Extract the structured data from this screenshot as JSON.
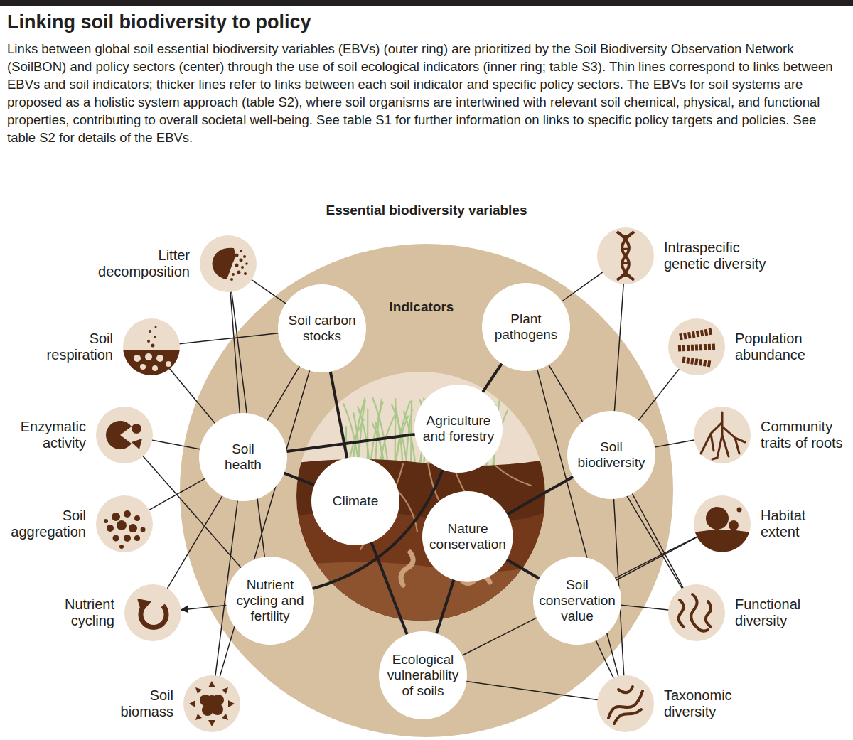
{
  "diagram": {
    "title": "Linking soil biodiversity to policy",
    "caption": "Links between global soil essential biodiversity variables (EBVs) (outer ring) are prioritized by the Soil Biodiversity Observation Network (SoilBON) and policy sectors (center) through the use of soil ecological indicators (inner ring; table S3). Thin lines correspond to links between EBVs and soil indicators; thicker lines refer to links between each soil indicator and specific policy sectors. The EBVs for soil systems are proposed as a holistic system approach (table S2), where soil organisms are intertwined with relevant soil chemical, physical, and functional properties, contributing to overall societal well-being. See table S1 for further information on links to specific policy targets and policies. See table S2 for details of the EBVs.",
    "nodes": [
      {
        "text": [
          "Indicators"
        ]
      },
      {
        "text": [
          "Soil carbon stocks"
        ],
        "in": 0
      },
      {
        "text": [
          "Plant pathogens"
        ],
        "in": 0
      },
      {
        "text": [
          "Soil health"
        ],
        "in": 0
      },
      {
        "text": [
          "Soil biodiversity"
        ],
        "in": 0
      },
      {
        "text": [
          "Nutrient cycling and fertility"
        ],
        "in": 0
      },
      {
        "text": [
          "Soil conservation value"
        ],
        "in": 0
      },
      {
        "text": [
          "Ecological vulnerability of soils"
        ],
        "in": 0
      },
      {
        "text": [
          "Agriculture and forestry"
        ],
        "in": 0
      },
      {
        "text": [
          "Climate"
        ],
        "in": 0
      },
      {
        "text": [
          "Nature conservation"
        ],
        "in": 0
      },
      {
        "text": [
          "Litter decomposition"
        ]
      },
      {
        "text": [
          "Soil respiration"
        ]
      },
      {
        "text": [
          "Enzymatic activity"
        ]
      },
      {
        "text": [
          "Soil aggregation"
        ]
      },
      {
        "text": [
          "Nutrient cycling"
        ]
      },
      {
        "text": [
          "Soil biomass"
        ]
      },
      {
        "text": [
          "Intraspecific genetic diversity"
        ]
      },
      {
        "text": [
          "Population abundance"
        ]
      },
      {
        "text": [
          "Community traits of roots"
        ]
      },
      {
        "text": [
          "Habitat extent"
        ]
      },
      {
        "text": [
          "Functional diversity"
        ]
      },
      {
        "text": [
          "Taxonomic diversity"
        ]
      }
    ],
    "edges": [
      {
        "from": 1,
        "to": 9,
        "arrow": "none"
      },
      {
        "from": 2,
        "to": 8,
        "arrow": "none"
      },
      {
        "from": 3,
        "to": 9,
        "arrow": "none"
      },
      {
        "from": 3,
        "to": 8,
        "arrow": "none"
      },
      {
        "from": 4,
        "to": 10,
        "arrow": "none"
      },
      {
        "from": 5,
        "to": 8,
        "arrow": "none"
      },
      {
        "from": 6,
        "to": 10,
        "arrow": "none"
      },
      {
        "from": 7,
        "to": 9,
        "arrow": "none"
      },
      {
        "from": 7,
        "to": 10,
        "arrow": "none"
      },
      {
        "from": 11,
        "to": 1,
        "arrow": "none"
      },
      {
        "from": 11,
        "to": 3,
        "arrow": "none"
      },
      {
        "from": 11,
        "to": 5,
        "arrow": "none"
      },
      {
        "from": 12,
        "to": 1,
        "arrow": "none"
      },
      {
        "from": 12,
        "to": 3,
        "arrow": "none"
      },
      {
        "from": 13,
        "to": 3,
        "arrow": "none"
      },
      {
        "from": 13,
        "to": 5,
        "arrow": "none"
      },
      {
        "from": 14,
        "to": 3,
        "arrow": "none"
      },
      {
        "from": 5,
        "to": 15,
        "arrow": "to"
      },
      {
        "from": 15,
        "to": 1,
        "arrow": "none"
      },
      {
        "from": 16,
        "to": 3,
        "arrow": "none"
      },
      {
        "from": 16,
        "to": 1,
        "arrow": "none"
      },
      {
        "from": 17,
        "to": 2,
        "arrow": "none"
      },
      {
        "from": 17,
        "to": 4,
        "arrow": "none"
      },
      {
        "from": 18,
        "to": 4,
        "arrow": "none"
      },
      {
        "from": 19,
        "to": 4,
        "arrow": "none"
      },
      {
        "from": 20,
        "to": 6,
        "arrow": "none"
      },
      {
        "from": 20,
        "to": 7,
        "arrow": "none"
      },
      {
        "from": 21,
        "to": 4,
        "arrow": "none"
      },
      {
        "from": 21,
        "to": 2,
        "arrow": "none"
      },
      {
        "from": 21,
        "to": 6,
        "arrow": "none"
      },
      {
        "from": 22,
        "to": 4,
        "arrow": "none"
      },
      {
        "from": 22,
        "to": 2,
        "arrow": "none"
      },
      {
        "from": 22,
        "to": 6,
        "arrow": "none"
      },
      {
        "from": 22,
        "to": 7,
        "arrow": "none"
      }
    ],
    "labels": [
      "Essential biodiversity variables"
    ]
  }
}
